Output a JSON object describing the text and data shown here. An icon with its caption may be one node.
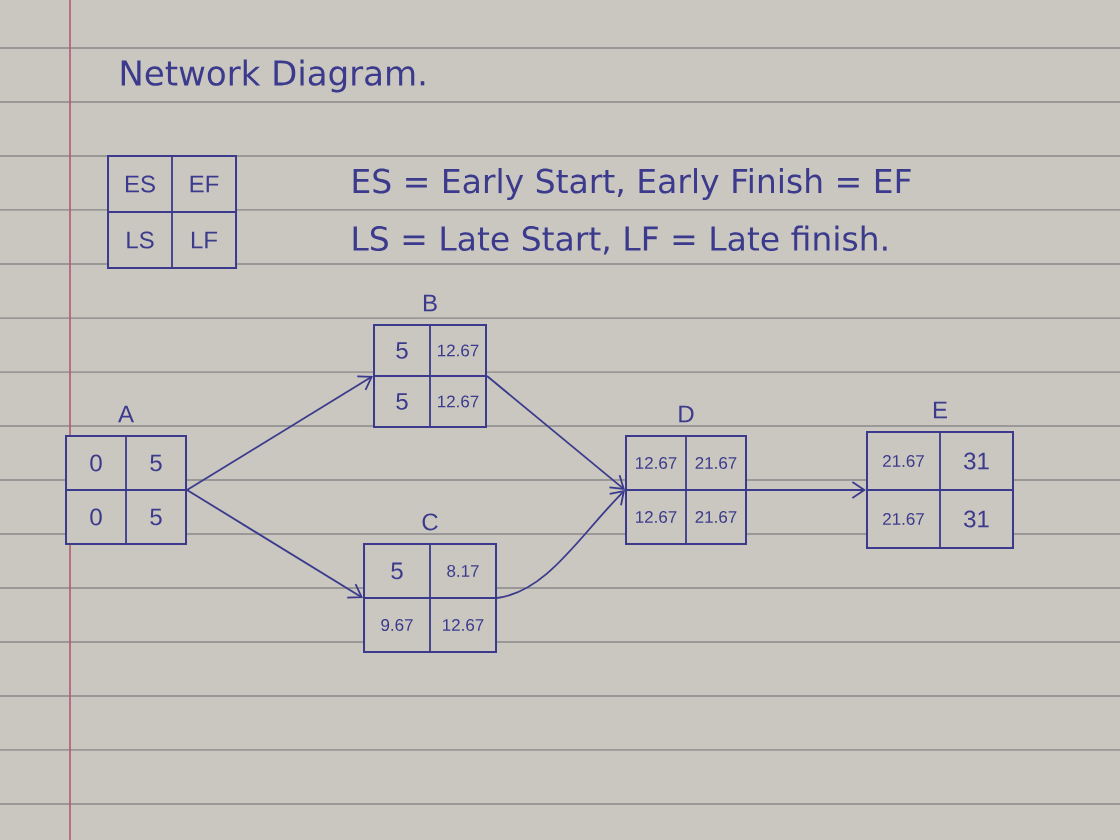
{
  "diagram": {
    "title": "Network Diagram.",
    "nodes": [
      {
        "text": [
          "ES",
          "EF",
          "LS",
          "LF"
        ]
      },
      {
        "text": [
          "A",
          "0",
          "5",
          "0",
          "5"
        ]
      },
      {
        "text": [
          "B",
          "5",
          "12.67",
          "5",
          "12.67"
        ]
      },
      {
        "text": [
          "C",
          "5",
          "8.17",
          "9.67",
          "12.67"
        ]
      },
      {
        "text": [
          "D",
          "12.67",
          "21.67",
          "12.67",
          "21.67"
        ]
      },
      {
        "text": [
          "E",
          "21.67",
          "31",
          "21.67",
          "31"
        ]
      }
    ],
    "edges": [
      {
        "from": 1,
        "to": 2,
        "arrow": "to"
      },
      {
        "from": 1,
        "to": 3,
        "arrow": "to"
      },
      {
        "from": 2,
        "to": 4,
        "arrow": "to"
      },
      {
        "from": 3,
        "to": 4,
        "arrow": "to"
      },
      {
        "from": 4,
        "to": 5,
        "arrow": "to"
      }
    ],
    "labels": [
      "ES = Early Start, Early Finish = EF",
      "LS = Late Start, LF = Late finish."
    ]
  }
}
